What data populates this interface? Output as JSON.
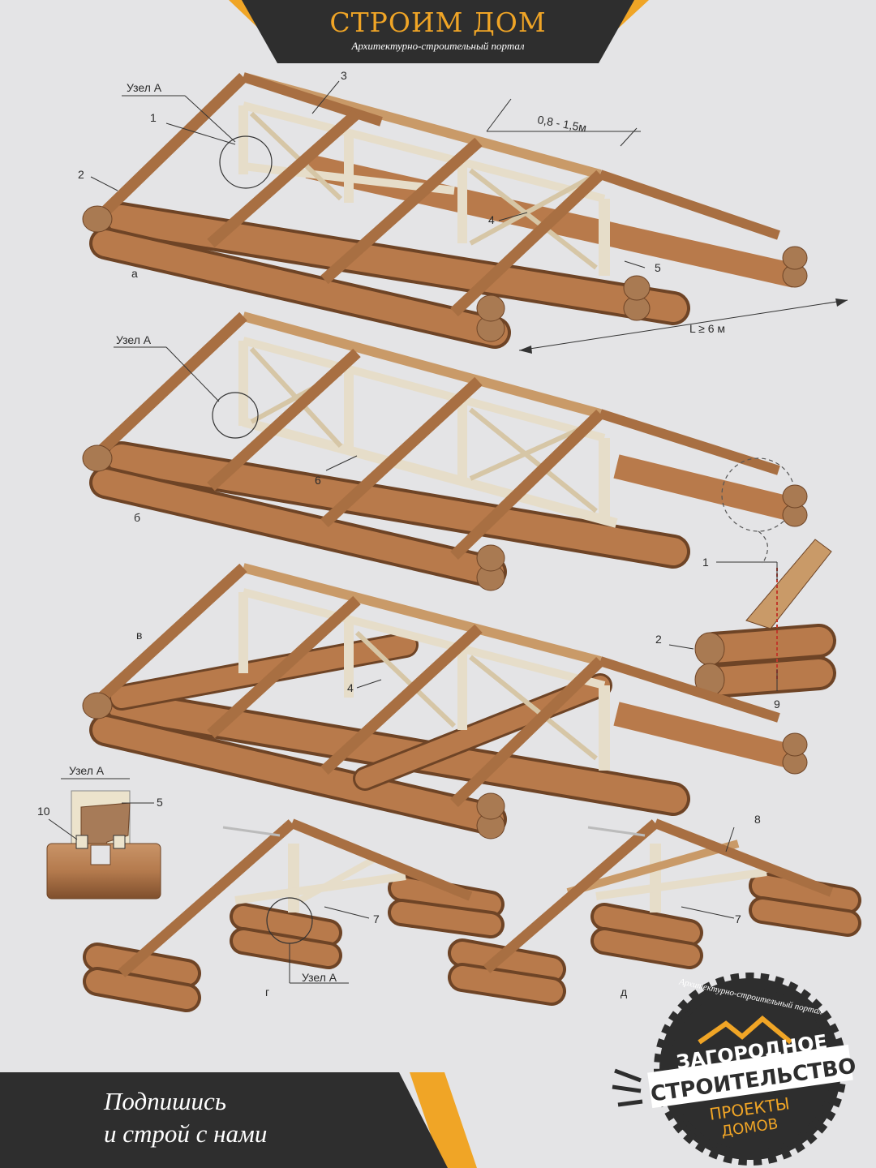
{
  "header": {
    "title": "СТРОИМ ДОМ",
    "subtitle": "Архитектурно-строительный портал"
  },
  "footer": {
    "cta_line1": "Подпишись",
    "cta_line2": "и строй с нами"
  },
  "badge": {
    "arc_text": "Архитектурно-строительный портал",
    "line1": "ЗАГОРОДНОЕ",
    "line2": "СТРОИТЕЛЬСТВО",
    "line3": "ПРОЕКТЫ",
    "line4": "ДОМОВ"
  },
  "diagram": {
    "variant_labels": [
      "а",
      "б",
      "в",
      "г",
      "д"
    ],
    "node_label": "Узел А",
    "callouts": [
      "1",
      "2",
      "3",
      "4",
      "5",
      "6",
      "7",
      "8",
      "9",
      "10"
    ],
    "spacing_label": "0,8 - 1,5м",
    "span_label": "L ≥ 6 м"
  },
  "colors": {
    "background": "#e4e4e6",
    "banner": "#2e2e2e",
    "accent": "#f0a526",
    "log": "#b87a4b",
    "timber": "#c99a68",
    "light_timber": "#e6ddc9"
  }
}
